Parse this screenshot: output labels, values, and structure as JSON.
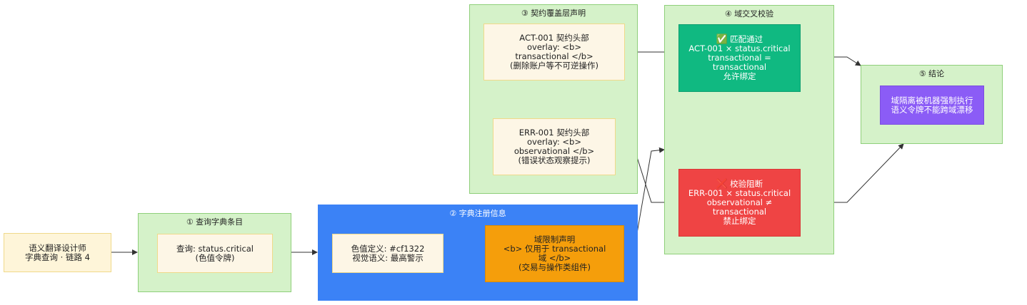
{
  "start": {
    "lines": [
      "语义翻译设计师",
      "字典查询 · 链路 4"
    ]
  },
  "groups": {
    "g1": {
      "title": "① 查询字典条目"
    },
    "g2": {
      "title": "② 字典注册信息"
    },
    "g3": {
      "title": "③ 契约覆盖层声明"
    },
    "g4": {
      "title": "④ 域交叉校验"
    },
    "g5": {
      "title": "⑤ 结论"
    }
  },
  "nodes": {
    "query": {
      "lines": [
        "查询: status.critical",
        "(色值令牌)"
      ]
    },
    "color": {
      "lines": [
        "色值定义: #cf1322",
        "视觉语义: 最高警示"
      ]
    },
    "domain": {
      "lines": [
        "域限制声明",
        "<b> 仅用于 transactional",
        "域 </b>",
        "(交易与操作类组件)"
      ]
    },
    "act": {
      "lines": [
        "ACT-001 契约头部",
        "overlay: <b>",
        "transactional </b>",
        "(删除账户等不可逆操作)"
      ]
    },
    "err": {
      "lines": [
        "ERR-001 契约头部",
        "overlay: <b>",
        "observational </b>",
        "(错误状态观察提示)"
      ]
    },
    "pass": {
      "icon": "✅",
      "title": "匹配通过",
      "lines": [
        "ACT-001 × status.critical",
        "transactional =",
        "transactional",
        "允许绑定"
      ]
    },
    "block": {
      "icon": "❌",
      "title": "校验阻断",
      "lines": [
        "ERR-001 × status.critical",
        "observational ≠",
        "transactional",
        "禁止绑定"
      ]
    },
    "conclusion": {
      "lines": [
        "域隔离被机器强制执行",
        "语义令牌不能跨域漂移"
      ]
    }
  },
  "colors": {
    "group_green": "#d5f2c9",
    "group_blue": "#3b82f6",
    "pass": "#10b981",
    "block": "#ef4444",
    "conclusion": "#8b5cf6",
    "domain": "#f59e0b"
  }
}
